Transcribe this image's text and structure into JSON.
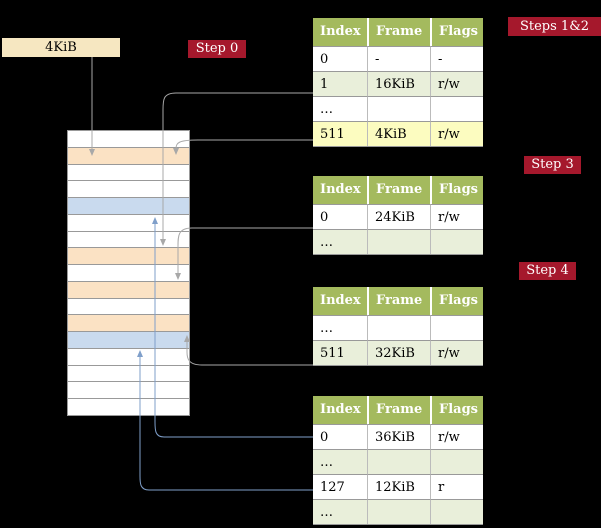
{
  "colors": {
    "background": "#000000",
    "badge_bg": "#a5182c",
    "badge_text": "#ffffff",
    "root_box_bg": "#f6e7c1",
    "table_header_bg": "#a4ba5e",
    "table_row_green": "#e9efda",
    "table_row_yellow": "#fcfcc0",
    "memory_peach": "#fbe2c4",
    "memory_blue": "#c9daee",
    "arrow_gray": "#a8a8a8",
    "arrow_blue": "#7f9fca"
  },
  "root_pointer": {
    "label": "4KiB"
  },
  "step_badges": [
    {
      "label": "Step 0"
    },
    {
      "label": "Steps 1&2"
    },
    {
      "label": "Step 3"
    },
    {
      "label": "Step 4"
    }
  ],
  "memory_column": {
    "rows": [
      {
        "color": "white"
      },
      {
        "color": "peach"
      },
      {
        "color": "white"
      },
      {
        "color": "white"
      },
      {
        "color": "blue"
      },
      {
        "color": "white"
      },
      {
        "color": "white"
      },
      {
        "color": "peach"
      },
      {
        "color": "white"
      },
      {
        "color": "peach"
      },
      {
        "color": "white"
      },
      {
        "color": "peach"
      },
      {
        "color": "blue"
      },
      {
        "color": "white"
      },
      {
        "color": "white"
      },
      {
        "color": "white"
      },
      {
        "color": "white"
      }
    ]
  },
  "tables": [
    {
      "name": "page-table-steps-1-2",
      "headers": [
        "Index",
        "Frame",
        "Flags"
      ],
      "rows": [
        {
          "cells": [
            "0",
            "-",
            "-"
          ],
          "highlight": "white"
        },
        {
          "cells": [
            "1",
            "16KiB",
            "r/w"
          ],
          "highlight": "green"
        },
        {
          "cells": [
            "…",
            "",
            ""
          ],
          "highlight": "white"
        },
        {
          "cells": [
            "511",
            "4KiB",
            "r/w"
          ],
          "highlight": "yellow"
        }
      ]
    },
    {
      "name": "page-table-step-3",
      "headers": [
        "Index",
        "Frame",
        "Flags"
      ],
      "rows": [
        {
          "cells": [
            "0",
            "24KiB",
            "r/w"
          ],
          "highlight": "white"
        },
        {
          "cells": [
            "…",
            "",
            ""
          ],
          "highlight": "green"
        }
      ]
    },
    {
      "name": "page-table-step-4",
      "headers": [
        "Index",
        "Frame",
        "Flags"
      ],
      "rows": [
        {
          "cells": [
            "…",
            "",
            ""
          ],
          "highlight": "white"
        },
        {
          "cells": [
            "511",
            "32KiB",
            "r/w"
          ],
          "highlight": "green"
        }
      ]
    },
    {
      "name": "page-table-final",
      "headers": [
        "Index",
        "Frame",
        "Flags"
      ],
      "rows": [
        {
          "cells": [
            "0",
            "36KiB",
            "r/w"
          ],
          "highlight": "white"
        },
        {
          "cells": [
            "…",
            "",
            ""
          ],
          "highlight": "green"
        },
        {
          "cells": [
            "127",
            "12KiB",
            "r"
          ],
          "highlight": "white"
        },
        {
          "cells": [
            "…",
            "",
            ""
          ],
          "highlight": "green"
        }
      ]
    }
  ]
}
